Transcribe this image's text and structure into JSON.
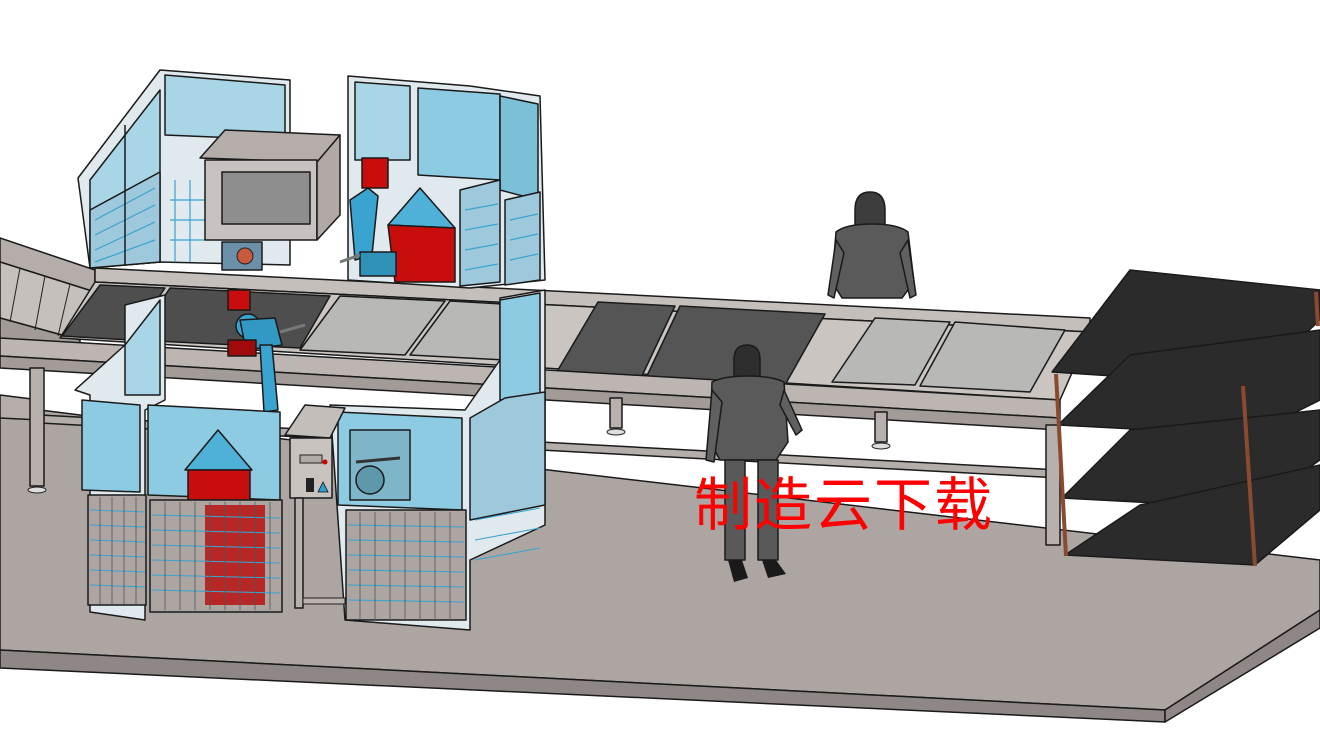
{
  "scene": {
    "type": "3D CAD render",
    "description": "Isometric view of an automated production line with a conveyor, two robotic welding cells enclosed by glass and wire-mesh guarding, two human figures, and a four-tier shelf",
    "watermark": {
      "text": "制造云下载",
      "color": "#ff0000"
    },
    "colors": {
      "background": "#ffffff",
      "floor_top": "#ada5a2",
      "floor_side": "#8f8785",
      "frame": "#b9b2ae",
      "frame_dark": "#9a928f",
      "glass": "#a8d6e6",
      "glass_dark": "#7cc0d8",
      "mesh": "#3aa3d0",
      "robot_blue": "#39a4cf",
      "robot_red": "#d10a0a",
      "pallet_dark": "#4e4e4e",
      "pallet_light": "#b8b8b6",
      "shelf": "#2a2a2a",
      "shelf_post": "#8a4a30",
      "human": "#555555"
    },
    "objects": [
      {
        "name": "floor-platform"
      },
      {
        "name": "conveyor-line"
      },
      {
        "name": "robot-cell-back"
      },
      {
        "name": "robot-cell-front"
      },
      {
        "name": "control-box"
      },
      {
        "name": "operator-back"
      },
      {
        "name": "operator-front"
      },
      {
        "name": "storage-shelf"
      }
    ]
  }
}
